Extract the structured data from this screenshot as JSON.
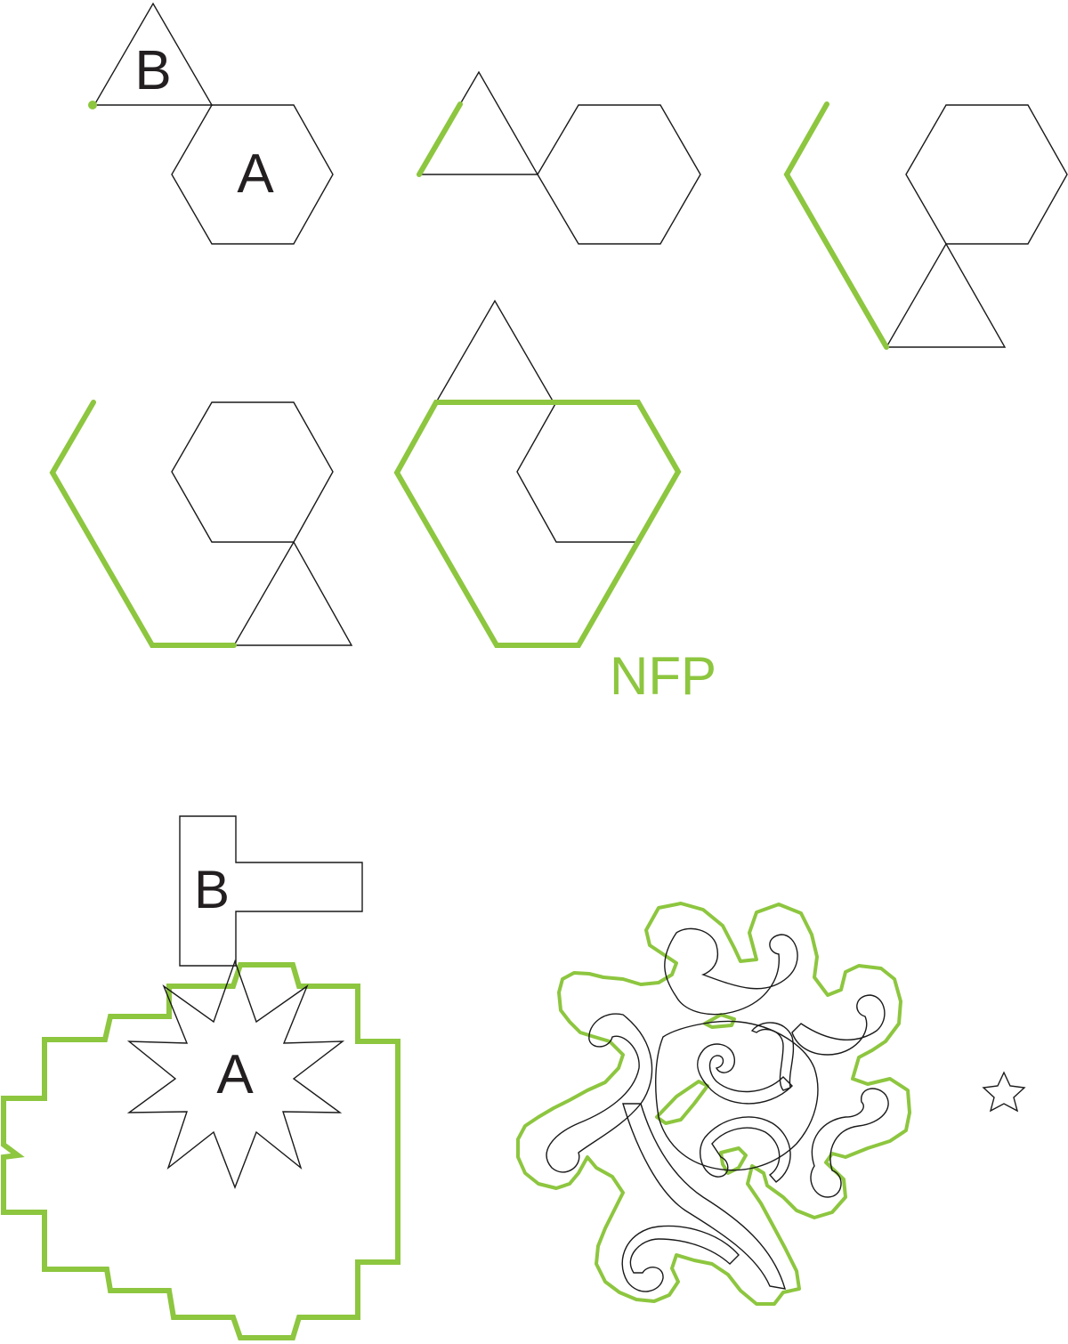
{
  "colors": {
    "nfp": "#8dc63f",
    "outline": "#1a1a1a",
    "label": "#231f20"
  },
  "labels": {
    "b_top": "B",
    "a_top": "A",
    "nfp": "NFP",
    "b_bottom": "B",
    "a_bottom": "A"
  }
}
